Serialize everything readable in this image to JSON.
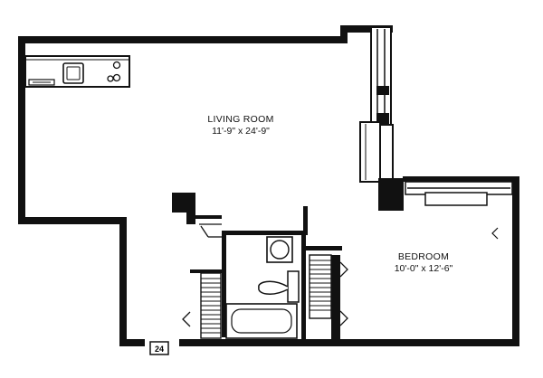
{
  "plan": {
    "living_room": {
      "name": "LIVING ROOM",
      "dimensions": "11'-9\" x 24'-9\""
    },
    "bedroom": {
      "name": "BEDROOM",
      "dimensions": "10'-0\" x 12'-6\""
    },
    "unit_number": "24"
  },
  "colors": {
    "wall": "#111111",
    "background": "#ffffff"
  }
}
